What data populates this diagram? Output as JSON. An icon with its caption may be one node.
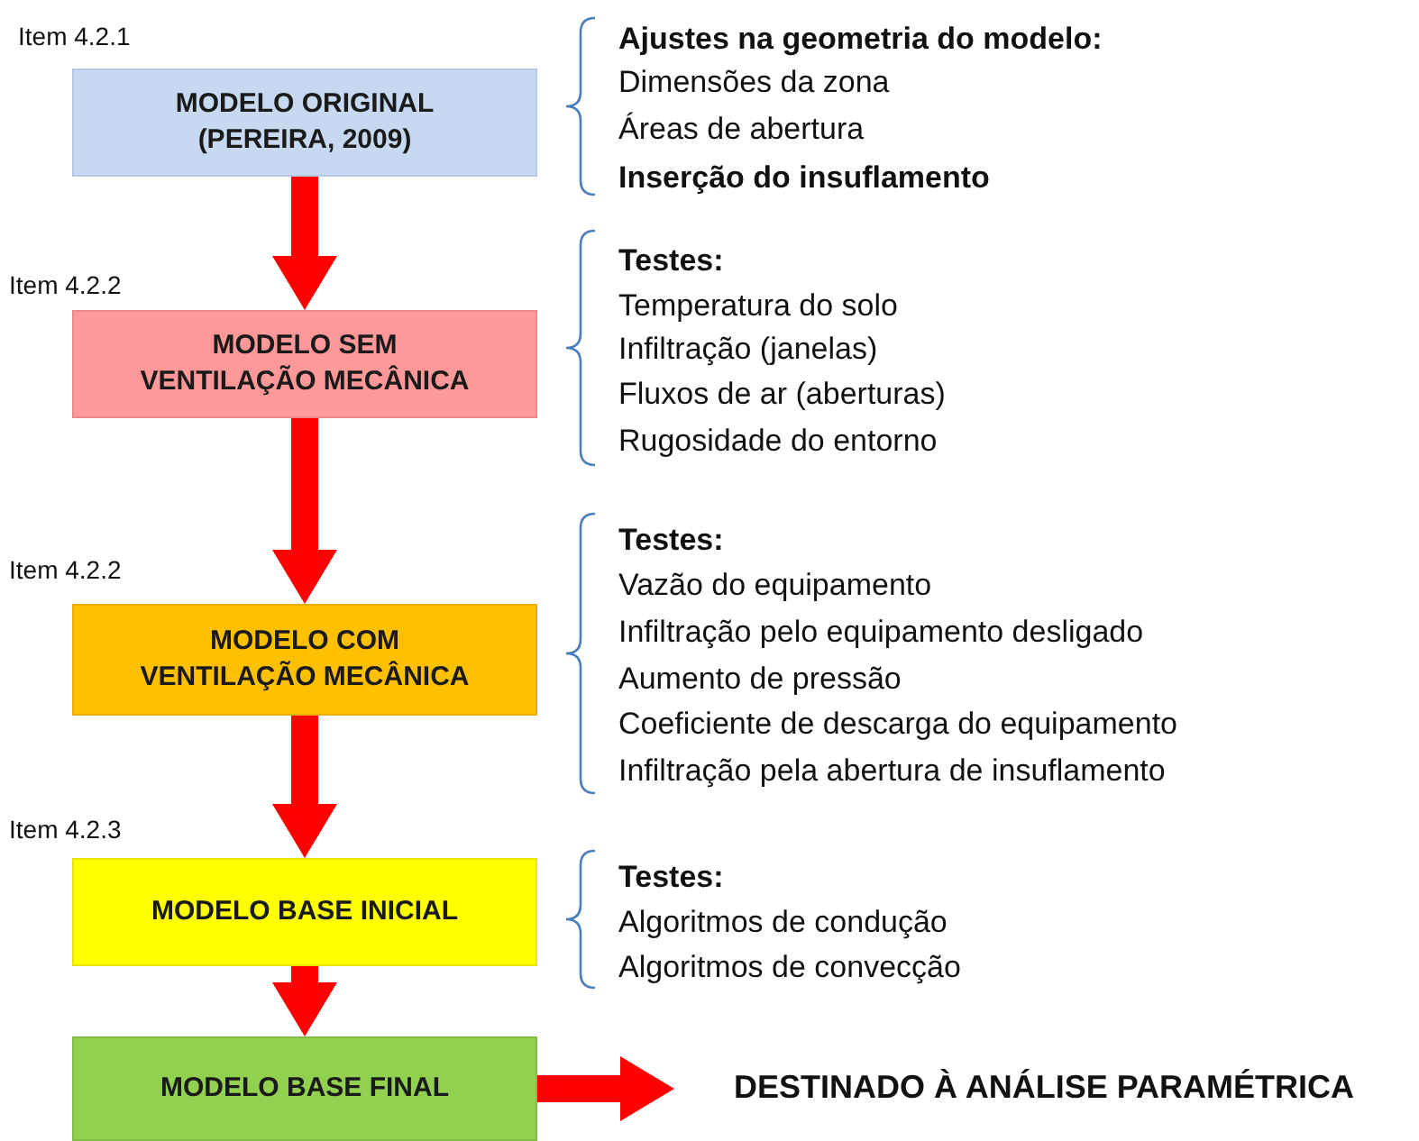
{
  "diagram": {
    "nodes": [
      {
        "text": [
          "MODELO ORIGINAL (PEREIRA, 2009)"
        ],
        "beside": [
          "Item 4.2.1"
        ]
      },
      {
        "text": [
          "MODELO SEM VENTILAÇÃO MECÂNICA"
        ],
        "beside": [
          "Item 4.2.2"
        ]
      },
      {
        "text": [
          "MODELO COM VENTILAÇÃO MECÂNICA"
        ],
        "beside": [
          "Item 4.2.2"
        ]
      },
      {
        "text": [
          "MODELO BASE INICIAL"
        ],
        "beside": [
          "Item 4.2.3"
        ]
      },
      {
        "text": [
          "MODELO BASE FINAL"
        ]
      },
      {
        "text": [
          "DESTINADO À ANÁLISE PARAMÉTRICA"
        ]
      }
    ],
    "edges": [
      {
        "from": 0,
        "to": 1,
        "arrow": "to"
      },
      {
        "from": 1,
        "to": 2,
        "arrow": "to"
      },
      {
        "from": 2,
        "to": 3,
        "arrow": "to"
      },
      {
        "from": 3,
        "to": 4,
        "arrow": "to"
      },
      {
        "from": 4,
        "to": 5,
        "arrow": "to"
      }
    ],
    "labels": [
      "Ajustes na geometria do modelo:",
      "Dimensões da zona",
      "Áreas de abertura",
      "Inserção do insuflamento",
      "Testes:",
      "Temperatura do solo",
      "Infiltração (janelas)",
      "Fluxos de ar (aberturas)",
      "Rugosidade do entorno",
      "Testes:",
      "Vazão do equipamento",
      "Infiltração pelo equipamento desligado",
      "Aumento de pressão",
      "Coeficiente de descarga do equipamento",
      "Infiltração pela abertura de insuflamento",
      "Testes:",
      "Algoritmos de condução",
      "Algoritmos de convecção"
    ]
  }
}
